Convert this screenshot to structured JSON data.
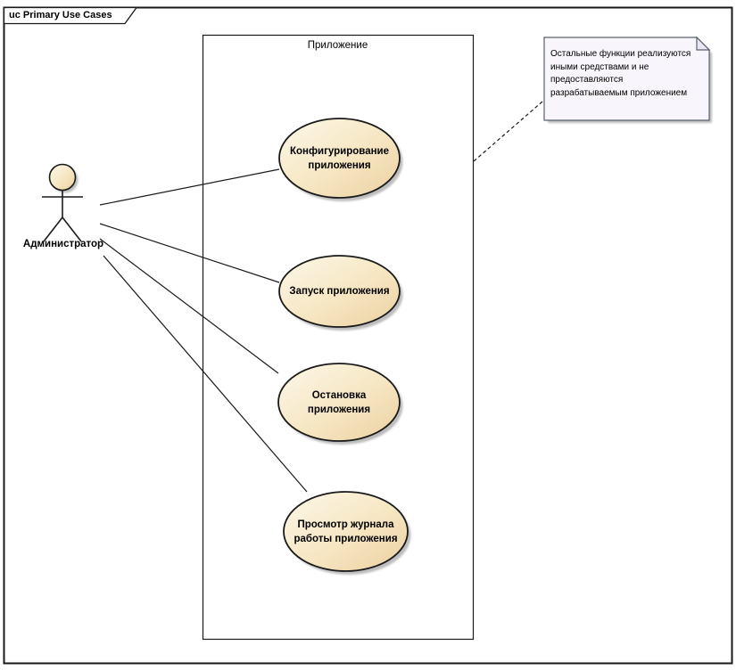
{
  "frame": {
    "title": "uc Primary Use Cases"
  },
  "boundary": {
    "label": "Приложение"
  },
  "actor": {
    "label": "Администратор"
  },
  "use_cases": [
    {
      "name": "configure-application",
      "lines": [
        "Конфигурирование",
        "приложения"
      ]
    },
    {
      "name": "start-application",
      "lines": [
        "Запуск приложения"
      ]
    },
    {
      "name": "stop-application",
      "lines": [
        "Остановка",
        "приложения"
      ]
    },
    {
      "name": "view-application-log",
      "lines": [
        "Просмотр журнала",
        "работы приложения"
      ]
    }
  ],
  "note": {
    "lines": [
      "Остальные функции реализуются",
      "иными средствами и не",
      "предоставляются",
      "разрабатываемым приложением"
    ]
  },
  "colors": {
    "ellipse_fill_light": "#fdf8e9",
    "ellipse_fill_dark": "#ecd0a0",
    "shadow": "#bdbdbd",
    "note_fill": "#f8f6fc",
    "note_fold": "#e9e5f2",
    "note_border": "#5a6270",
    "stroke": "#1a1a1a"
  }
}
